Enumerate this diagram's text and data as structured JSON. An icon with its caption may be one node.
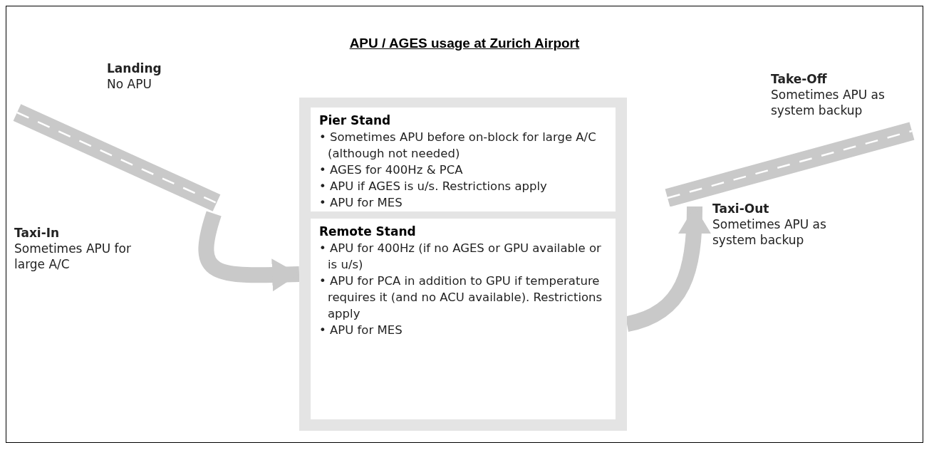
{
  "diagram": {
    "title": "APU / AGES usage at Zurich Airport",
    "nodes": [
      {
        "text": [],
        "shape": "picture",
        "beside": [
          "Landing",
          "No APU"
        ]
      },
      {
        "text": [],
        "shape": "box"
      },
      {
        "text": [
          "Pier Stand",
          "• Sometimes APU before on-block for large A/C (although not needed)",
          "• AGES for 400Hz & PCA",
          "• APU if AGES is u/s. Restrictions apply",
          "• APU for MES"
        ],
        "in": 1
      },
      {
        "text": [
          "Remote Stand",
          "• APU for 400Hz (if no AGES or GPU available or is u/s)",
          "• APU for PCA in addition to GPU if temperature requires it (and no ACU available). Restrictions apply",
          "• APU for MES"
        ],
        "in": 1
      },
      {
        "text": [],
        "shape": "picture",
        "beside": [
          "Take-Off",
          "Sometimes APU as system backup"
        ]
      }
    ],
    "edges": [
      {
        "from": 0,
        "to": 1,
        "arrow": "to"
      },
      {
        "from": 1,
        "to": 4,
        "arrow": "to"
      }
    ],
    "labels": [
      "Taxi-In",
      "Sometimes APU for large A/C",
      "Taxi-Out",
      "Sometimes APU as system backup"
    ]
  }
}
